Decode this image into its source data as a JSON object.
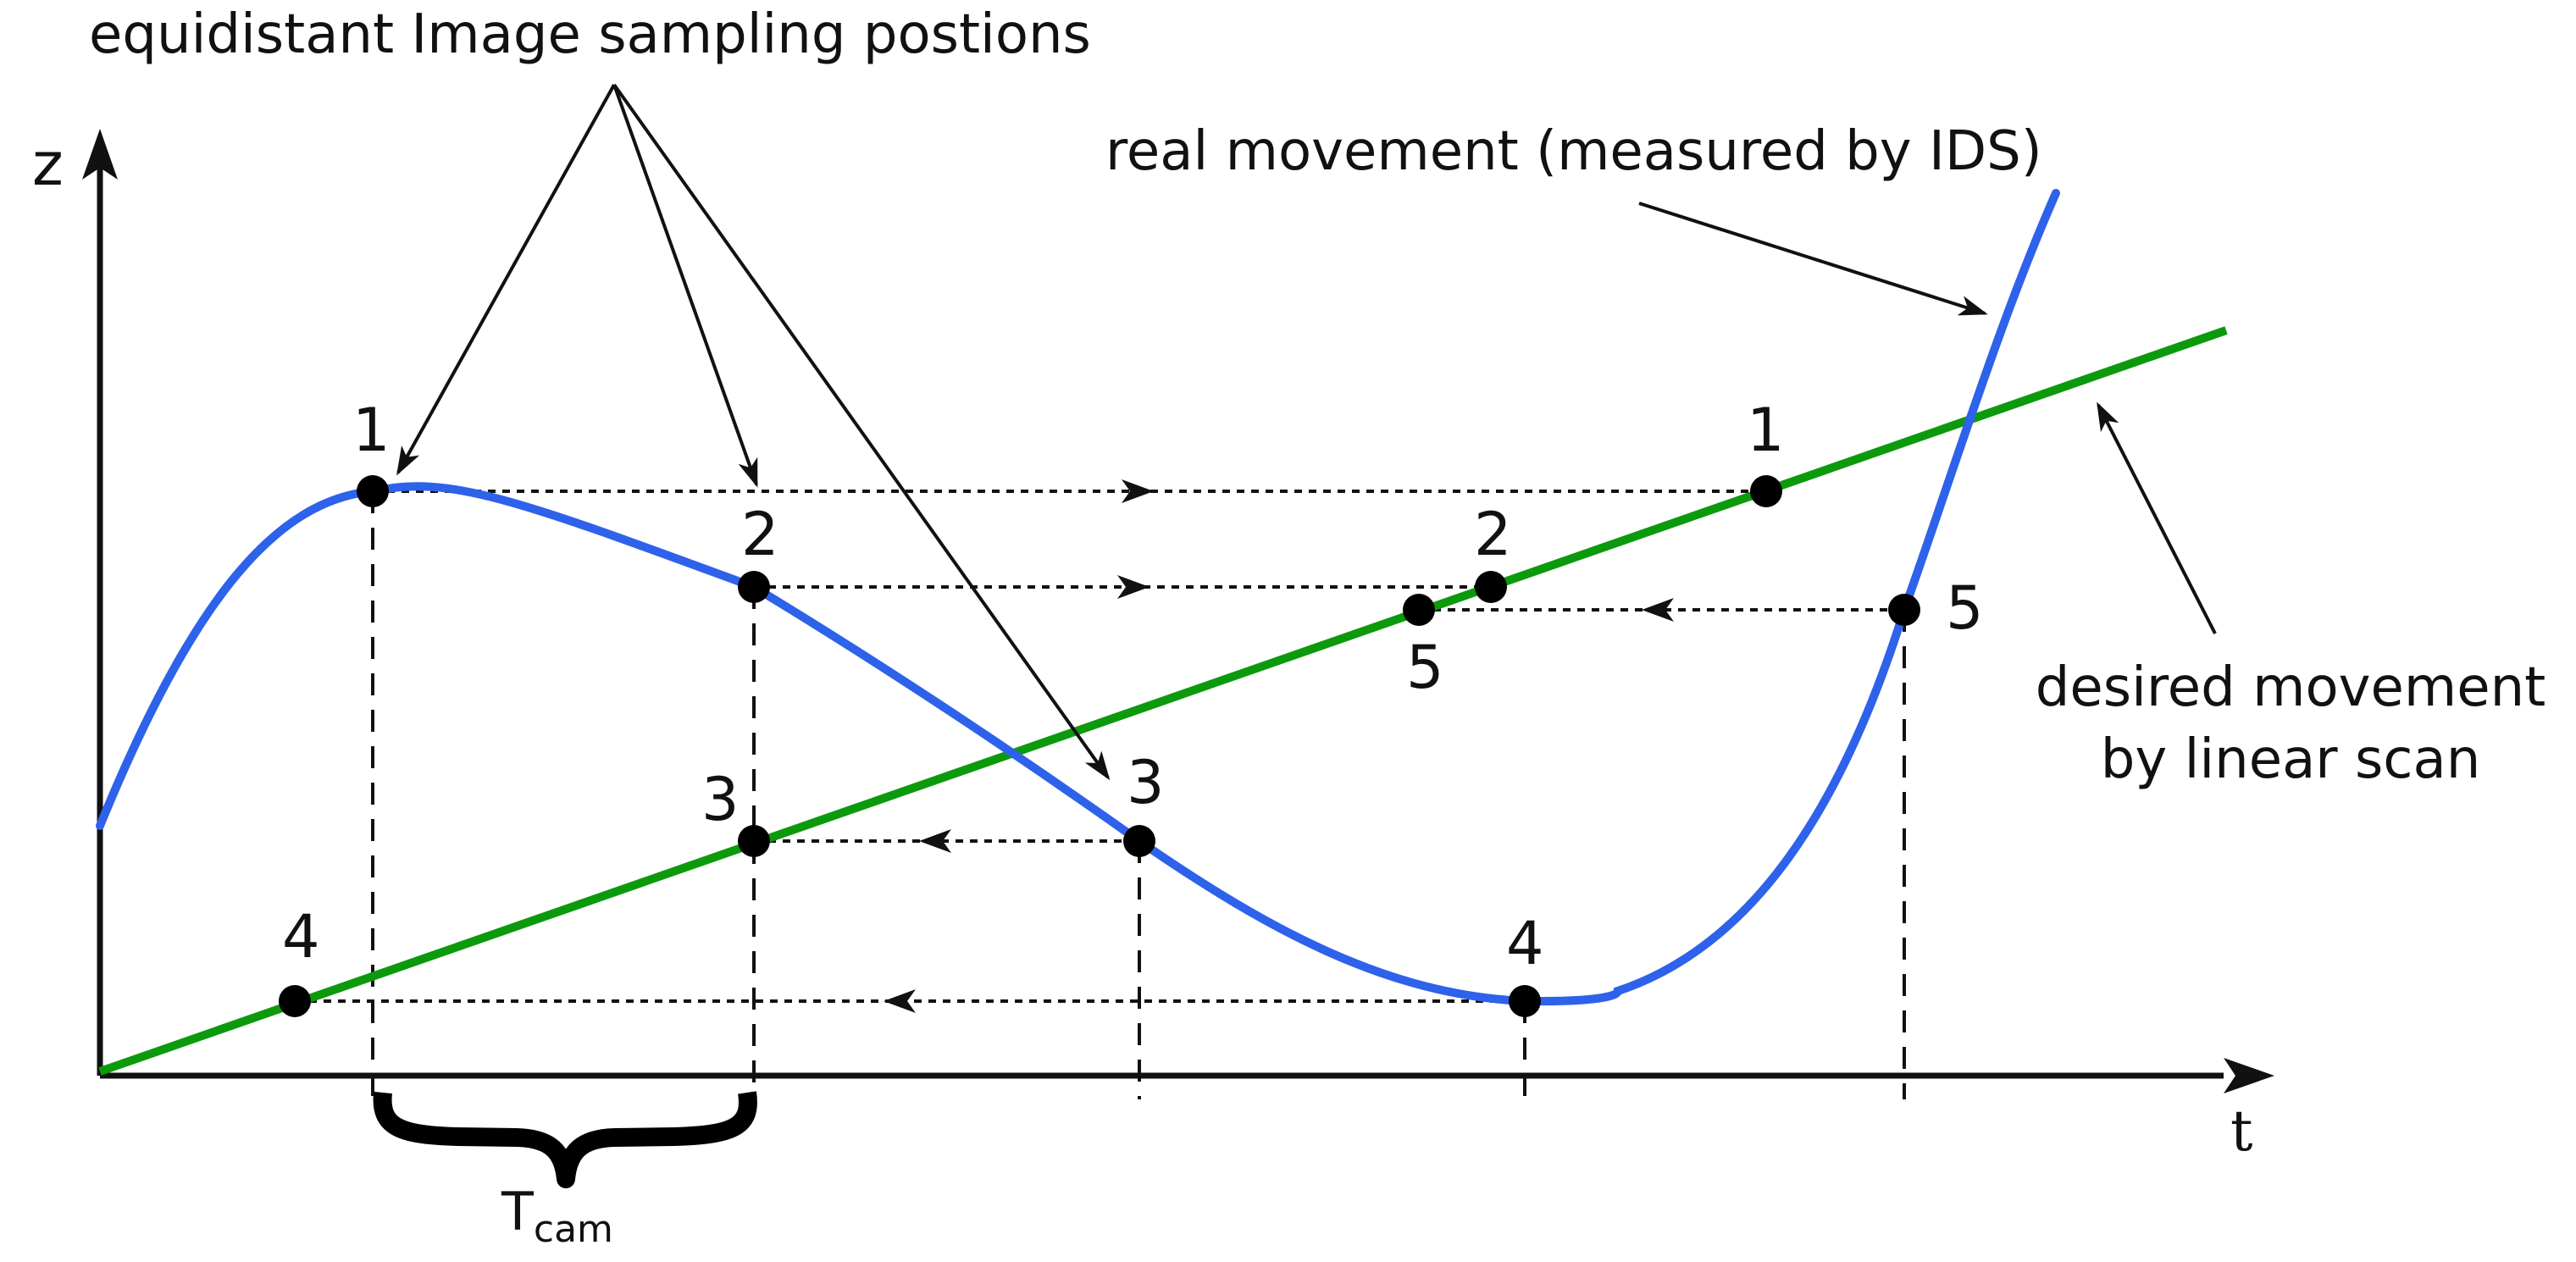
{
  "annotations": {
    "sampling_positions": "equidistant Image sampling postions",
    "real_movement": "real movement (measured by IDS)",
    "desired_movement_line1": "desired movement",
    "desired_movement_line2": "by linear scan"
  },
  "axes": {
    "y_label": "z",
    "x_label": "t",
    "period_label_main": "T",
    "period_label_sub": "cam"
  },
  "points": {
    "real": [
      {
        "label": "1"
      },
      {
        "label": "2"
      },
      {
        "label": "3"
      },
      {
        "label": "4"
      },
      {
        "label": "5"
      }
    ],
    "desired": [
      {
        "label": "1"
      },
      {
        "label": "2"
      },
      {
        "label": "3"
      },
      {
        "label": "4"
      },
      {
        "label": "5"
      }
    ]
  },
  "colors": {
    "real_curve": "#2e62ea",
    "desired_line": "#0c9a0c",
    "axes": "#111111",
    "points": "#000000"
  }
}
